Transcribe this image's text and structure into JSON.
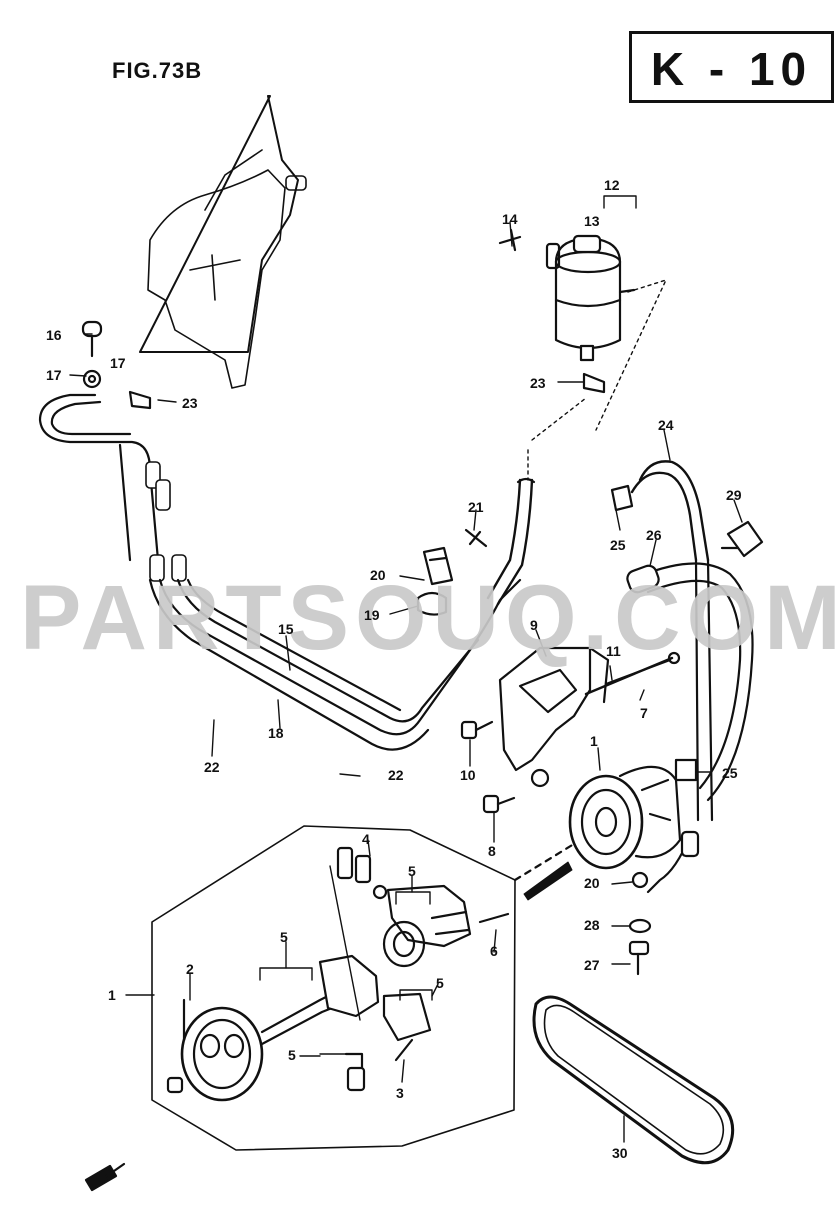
{
  "header": {
    "figure_label": "FIG.73B",
    "page_code": "K - 10"
  },
  "watermark": "PARTSOUQ.COM",
  "callouts": [
    {
      "id": "c12",
      "text": "12"
    },
    {
      "id": "c13",
      "text": "13"
    },
    {
      "id": "c14",
      "text": "14"
    },
    {
      "id": "c16",
      "text": "16"
    },
    {
      "id": "c17a",
      "text": "17"
    },
    {
      "id": "c17b",
      "text": "17"
    },
    {
      "id": "c23a",
      "text": "23"
    },
    {
      "id": "c23b",
      "text": "23"
    },
    {
      "id": "c24",
      "text": "24"
    },
    {
      "id": "c21",
      "text": "21"
    },
    {
      "id": "c29",
      "text": "29"
    },
    {
      "id": "c25a",
      "text": "25"
    },
    {
      "id": "c26",
      "text": "26"
    },
    {
      "id": "c20a",
      "text": "20"
    },
    {
      "id": "c19",
      "text": "19"
    },
    {
      "id": "c15",
      "text": "15"
    },
    {
      "id": "c9",
      "text": "9"
    },
    {
      "id": "c11",
      "text": "11"
    },
    {
      "id": "c7",
      "text": "7"
    },
    {
      "id": "c18",
      "text": "18"
    },
    {
      "id": "c22a",
      "text": "22"
    },
    {
      "id": "c22b",
      "text": "22"
    },
    {
      "id": "c10",
      "text": "10"
    },
    {
      "id": "c1a",
      "text": "1"
    },
    {
      "id": "c25b",
      "text": "25"
    },
    {
      "id": "c8",
      "text": "8"
    },
    {
      "id": "c20b",
      "text": "20"
    },
    {
      "id": "c28",
      "text": "28"
    },
    {
      "id": "c27",
      "text": "27"
    },
    {
      "id": "c4",
      "text": "4"
    },
    {
      "id": "c5a",
      "text": "5"
    },
    {
      "id": "c5b",
      "text": "5"
    },
    {
      "id": "c5c",
      "text": "5"
    },
    {
      "id": "c5d",
      "text": "5"
    },
    {
      "id": "c2",
      "text": "2"
    },
    {
      "id": "c1b",
      "text": "1"
    },
    {
      "id": "c6",
      "text": "6"
    },
    {
      "id": "c3",
      "text": "3"
    },
    {
      "id": "c30",
      "text": "30"
    }
  ]
}
